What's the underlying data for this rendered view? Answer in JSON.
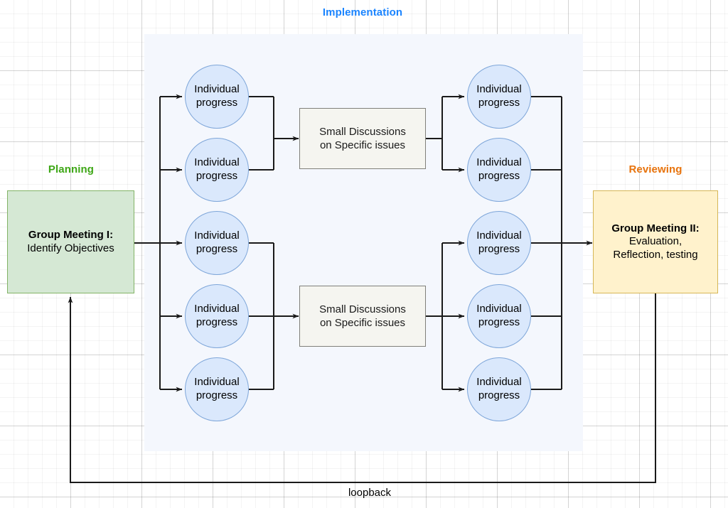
{
  "diagram": {
    "title_visible": false,
    "phases": [
      {
        "id": "planning",
        "label": "Planning",
        "color": "#3ea716"
      },
      {
        "id": "implementation",
        "label": "Implementation",
        "color": "#1a84ff"
      },
      {
        "id": "reviewing",
        "label": "Reviewing",
        "color": "#e8730c"
      }
    ],
    "planning_box": {
      "title": "Group Meeting I:",
      "subtitle": "Identify Objectives",
      "fill": "#d5e8d4",
      "stroke": "#82b366"
    },
    "reviewing_box": {
      "title": "Group Meeting II:",
      "line2": "Evaluation,",
      "line3": "Reflection, testing",
      "fill": "#fff2cc",
      "stroke": "#d6b656"
    },
    "implementation_region": {
      "fill": "#f4f7fd"
    },
    "circle_label": {
      "line1": "Individual",
      "line2": "progress",
      "fill": "#dae8fc",
      "stroke": "#7ea6d9"
    },
    "left_circles": [
      {
        "line1": "Individual",
        "line2": "progress"
      },
      {
        "line1": "Individual",
        "line2": "progress"
      },
      {
        "line1": "Individual",
        "line2": "progress"
      },
      {
        "line1": "Individual",
        "line2": "progress"
      },
      {
        "line1": "Individual",
        "line2": "progress"
      }
    ],
    "right_circles": [
      {
        "line1": "Individual",
        "line2": "progress"
      },
      {
        "line1": "Individual",
        "line2": "progress"
      },
      {
        "line1": "Individual",
        "line2": "progress"
      },
      {
        "line1": "Individual",
        "line2": "progress"
      },
      {
        "line1": "Individual",
        "line2": "progress"
      }
    ],
    "discussion_boxes": [
      {
        "line1": "Small Discussions",
        "line2": "on Specific issues"
      },
      {
        "line1": "Small Discussions",
        "line2": "on Specific issues"
      }
    ],
    "loopback": {
      "label": "loopback"
    },
    "edge_color": "#1a1a1a"
  }
}
